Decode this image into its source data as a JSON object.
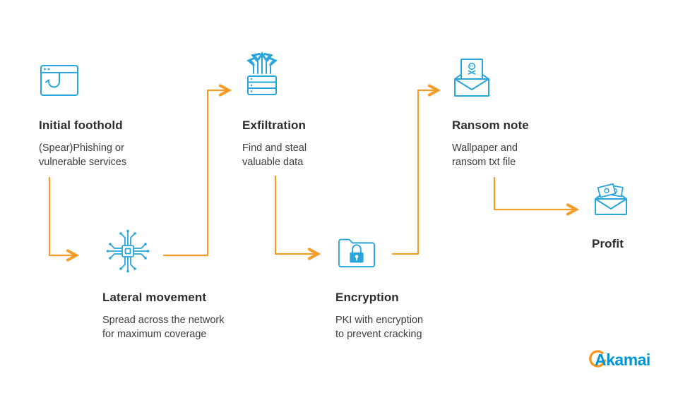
{
  "steps": [
    {
      "title": "Initial foothold",
      "desc": "(Spear)Phishing or\nvulnerable services",
      "icon": "browser-hook-icon"
    },
    {
      "title": "Lateral movement",
      "desc": "Spread across the network\nfor maximum coverage",
      "icon": "chip-network-icon"
    },
    {
      "title": "Exfiltration",
      "desc": "Find and steal\nvaluable data",
      "icon": "server-exfiltration-icon"
    },
    {
      "title": "Encryption",
      "desc": "PKI with encryption\nto prevent cracking",
      "icon": "folder-lock-icon"
    },
    {
      "title": "Ransom note",
      "desc": "Wallpaper and\nransom txt file",
      "icon": "skull-letter-envelope-icon"
    },
    {
      "title": "Profit",
      "desc": "",
      "icon": "money-envelope-icon"
    }
  ],
  "logo": {
    "text": "Akamai"
  },
  "colors": {
    "icon_blue": "#29A5DE",
    "arrow_orange": "#F59C27",
    "title_color": "#2d2d2d",
    "body_color": "#3c3c3c",
    "logo_blue": "#0096D6",
    "logo_orange": "#F7941D"
  }
}
